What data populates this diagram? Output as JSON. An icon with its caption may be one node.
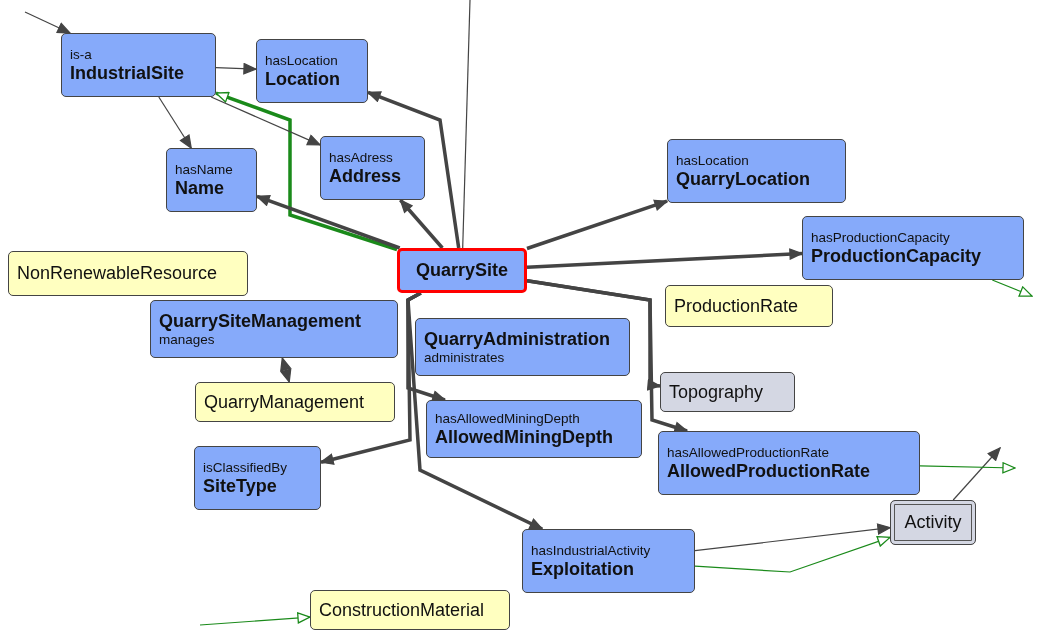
{
  "diagram": {
    "nodes": [
      {
        "text": [
          "is-a",
          "IndustrialSite"
        ]
      },
      {
        "text": [
          "hasLocation",
          "Location"
        ]
      },
      {
        "text": [
          "hasName",
          "Name"
        ]
      },
      {
        "text": [
          "hasAdress",
          "Address"
        ]
      },
      {
        "text": [
          "hasLocation",
          "QuarryLocation"
        ]
      },
      {
        "text": [
          "NonRenewableResource"
        ]
      },
      {
        "text": [
          "QuarrySite"
        ]
      },
      {
        "text": [
          "ProductionRate"
        ]
      },
      {
        "text": [
          "hasProductionCapacity",
          "ProductionCapacity"
        ]
      },
      {
        "text": [
          "QuarrySiteManagement",
          "manages"
        ]
      },
      {
        "text": [
          "QuarryAdministration",
          "administrates"
        ]
      },
      {
        "text": [
          "Topography"
        ]
      },
      {
        "text": [
          "QuarryManagement"
        ]
      },
      {
        "text": [
          "hasAllowedMiningDepth",
          "AllowedMiningDepth"
        ]
      },
      {
        "text": [
          "isClassifiedBy",
          "SiteType"
        ]
      },
      {
        "text": [
          "hasAllowedProductionRate",
          "AllowedProductionRate"
        ]
      },
      {
        "text": [
          "Activity"
        ]
      },
      {
        "text": [
          "hasIndustrialActivity",
          "Exploitation"
        ]
      },
      {
        "text": [
          "ConstructionMaterial"
        ]
      }
    ],
    "edges": [
      {
        "from": 6,
        "to": 0,
        "arrow": "to",
        "style": "thick",
        "color": "#1a8a1a"
      },
      {
        "from": 6,
        "to": 1,
        "arrow": "to",
        "style": "thick"
      },
      {
        "from": 6,
        "to": 2,
        "arrow": "to",
        "style": "thick"
      },
      {
        "from": 6,
        "to": 3,
        "arrow": "to",
        "style": "thick"
      },
      {
        "from": 6,
        "to": 4,
        "arrow": "to",
        "style": "thick"
      },
      {
        "from": 6,
        "to": 8,
        "arrow": "to",
        "style": "thick"
      },
      {
        "from": 6,
        "to": 11,
        "arrow": "to",
        "style": "thick"
      },
      {
        "from": 6,
        "to": 15,
        "arrow": "to",
        "style": "thick"
      },
      {
        "from": 6,
        "to": 13,
        "arrow": "to",
        "style": "thick"
      },
      {
        "from": 6,
        "to": 14,
        "arrow": "to",
        "style": "thick"
      },
      {
        "from": 6,
        "to": 17,
        "arrow": "to",
        "style": "thick"
      },
      {
        "from": 0,
        "to": 1,
        "arrow": "to"
      },
      {
        "from": 0,
        "to": 2,
        "arrow": "to"
      },
      {
        "from": 0,
        "to": 3,
        "arrow": "to"
      },
      {
        "from": 9,
        "to": 12,
        "arrow": "both"
      },
      {
        "from": 17,
        "to": 16,
        "arrow": "to"
      },
      {
        "from": 17,
        "to": 16,
        "arrow": "to",
        "color": "#1a8a1a"
      },
      {
        "from": null,
        "to": 0,
        "arrow": "to"
      },
      {
        "from": 16,
        "to": null,
        "arrow": "to"
      },
      {
        "from": 15,
        "to": null,
        "arrow": "to",
        "color": "#1a8a1a"
      },
      {
        "from": 8,
        "to": null,
        "arrow": "to",
        "color": "#1a8a1a"
      },
      {
        "from": 6,
        "to": null,
        "arrow": "none"
      },
      {
        "from": null,
        "to": 18,
        "arrow": "to",
        "color": "#1a8a1a"
      }
    ]
  }
}
